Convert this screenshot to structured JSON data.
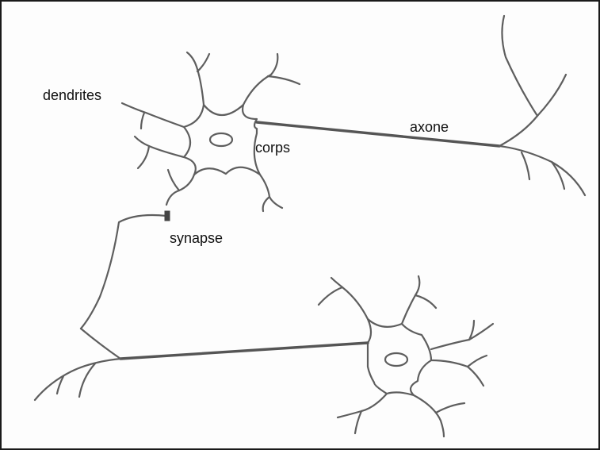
{
  "labels": {
    "dendrites": "dendrites",
    "corps": "corps",
    "axone": "axone",
    "synapse": "synapse"
  },
  "colors": {
    "line": "#5e5e5e",
    "text": "#111111",
    "border": "#1a1a1a",
    "background": "#fdfdfd"
  }
}
